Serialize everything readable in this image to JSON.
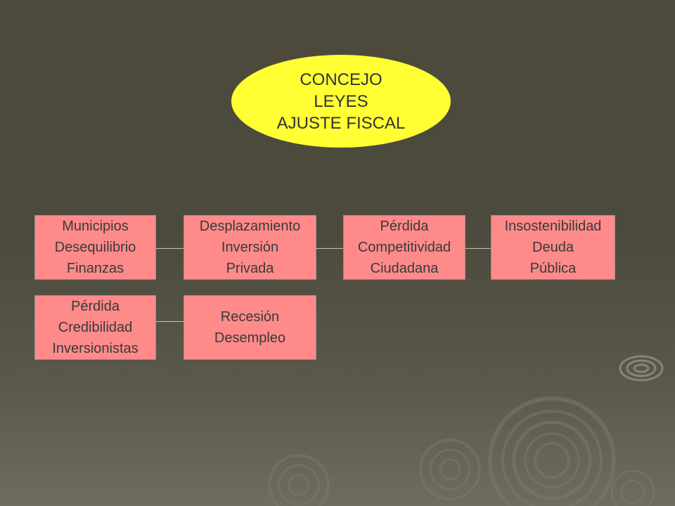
{
  "title_ellipse": {
    "lines": [
      "CONCEJO",
      "LEYES",
      "AJUSTE FISCAL"
    ],
    "color": "#ffff33"
  },
  "boxes": [
    {
      "lines": [
        "Municipios",
        "Desequilibrio",
        "Finanzas"
      ]
    },
    {
      "lines": [
        "Desplazamiento",
        "Inversión",
        "Privada"
      ]
    },
    {
      "lines": [
        "Pérdida",
        "Competitividad",
        "Ciudadana"
      ]
    },
    {
      "lines": [
        "Insostenibilidad",
        "Deuda",
        "Pública"
      ]
    },
    {
      "lines": [
        "Pérdida",
        "Credibilidad",
        "Inversionistas"
      ]
    },
    {
      "lines": [
        "Recesión",
        "Desempleo"
      ]
    }
  ],
  "connections": [
    {
      "from": "Municipios",
      "to": "Desplazamiento"
    },
    {
      "from": "Desplazamiento",
      "to": "Pérdida Competitividad"
    },
    {
      "from": "Pérdida Competitividad",
      "to": "Insostenibilidad"
    },
    {
      "from": "Pérdida Credibilidad",
      "to": "Recesión"
    }
  ],
  "colors": {
    "box_fill": "#ff8a8a",
    "background": "#4d4a3c",
    "connector": "#c9c2b0"
  }
}
